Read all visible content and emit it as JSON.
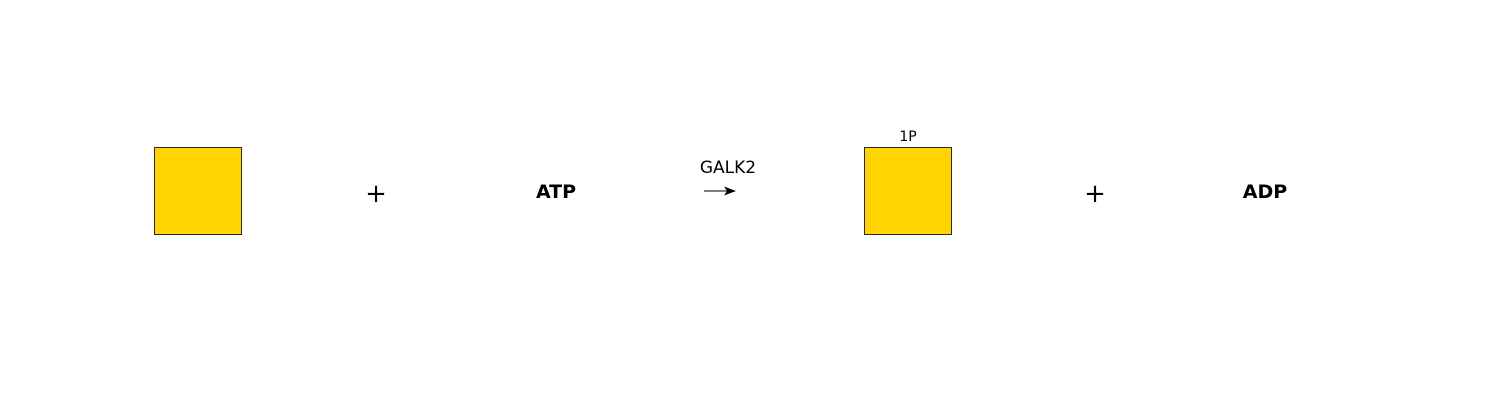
{
  "reaction": {
    "substrate": {
      "glycan_shape": "filled-square",
      "fill_color": "#FFD400",
      "border_color": "#2A2A2A"
    },
    "plus_1": "+",
    "cosubstrate": "ATP",
    "enzyme": "GALK2",
    "arrow_icon": "right-arrow-icon",
    "product": {
      "glycan_shape": "filled-square",
      "fill_color": "#FFD400",
      "border_color": "#2A2A2A",
      "modification": "1P"
    },
    "plus_2": "+",
    "coproduct": "ADP"
  }
}
